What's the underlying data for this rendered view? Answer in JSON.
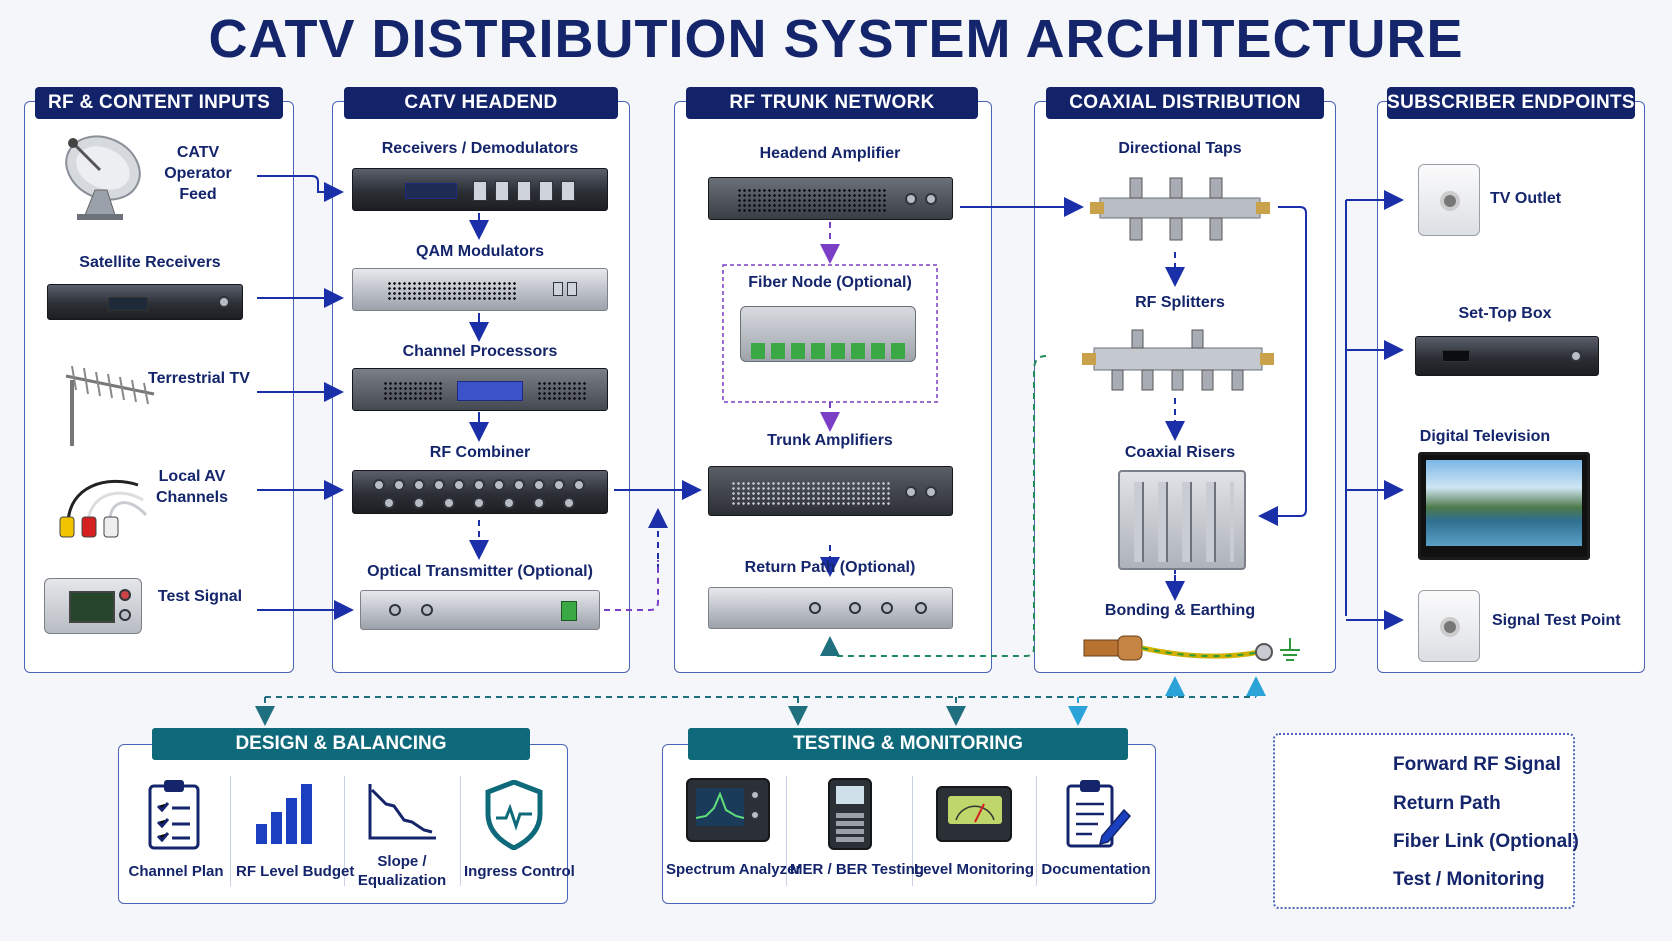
{
  "title": "CATV DISTRIBUTION SYSTEM ARCHITECTURE",
  "columns": {
    "inputs": {
      "header": "RF & CONTENT INPUTS",
      "items": [
        "CATV\nOperator Feed",
        "Satellite Receivers",
        "Terrestrial TV",
        "Local AV\nChannels",
        "Test Signal"
      ]
    },
    "headend": {
      "header": "CATV HEADEND",
      "items": [
        "Receivers / Demodulators",
        "QAM Modulators",
        "Channel Processors",
        "RF Combiner",
        "Optical Transmitter (Optional)"
      ]
    },
    "trunk": {
      "header": "RF TRUNK NETWORK",
      "items": [
        "Headend Amplifier",
        "Fiber Node (Optional)",
        "Trunk Amplifiers",
        "Return Path (Optional)"
      ]
    },
    "coax": {
      "header": "COAXIAL DISTRIBUTION",
      "items": [
        "Directional Taps",
        "RF Splitters",
        "Coaxial Risers",
        "Bonding & Earthing"
      ]
    },
    "endpoints": {
      "header": "SUBSCRIBER ENDPOINTS",
      "items": [
        "TV Outlet",
        "Set-Top Box",
        "Digital Television",
        "Signal Test Point"
      ]
    }
  },
  "design": {
    "header": "DESIGN & BALANCING",
    "items": [
      "Channel Plan",
      "RF Level Budget",
      "Slope /\nEqualization",
      "Ingress Control"
    ]
  },
  "testing": {
    "header": "TESTING & MONITORING",
    "items": [
      "Spectrum Analyzer",
      "MER / BER Testing",
      "Level Monitoring",
      "Documentation"
    ]
  },
  "legend": [
    {
      "label": "Forward RF Signal",
      "color": "#1a2fa8",
      "style": "solid"
    },
    {
      "label": "Return Path",
      "color": "#1f8a5a",
      "style": "dashed"
    },
    {
      "label": "Fiber Link (Optional)",
      "color": "#7b3fc6",
      "style": "dashed"
    },
    {
      "label": "Test / Monitoring",
      "color": "#2ba3d9",
      "style": "dashed"
    }
  ],
  "colors": {
    "navy": "#13236a",
    "teal": "#0e6a7a",
    "forward": "#1a2fa8"
  }
}
